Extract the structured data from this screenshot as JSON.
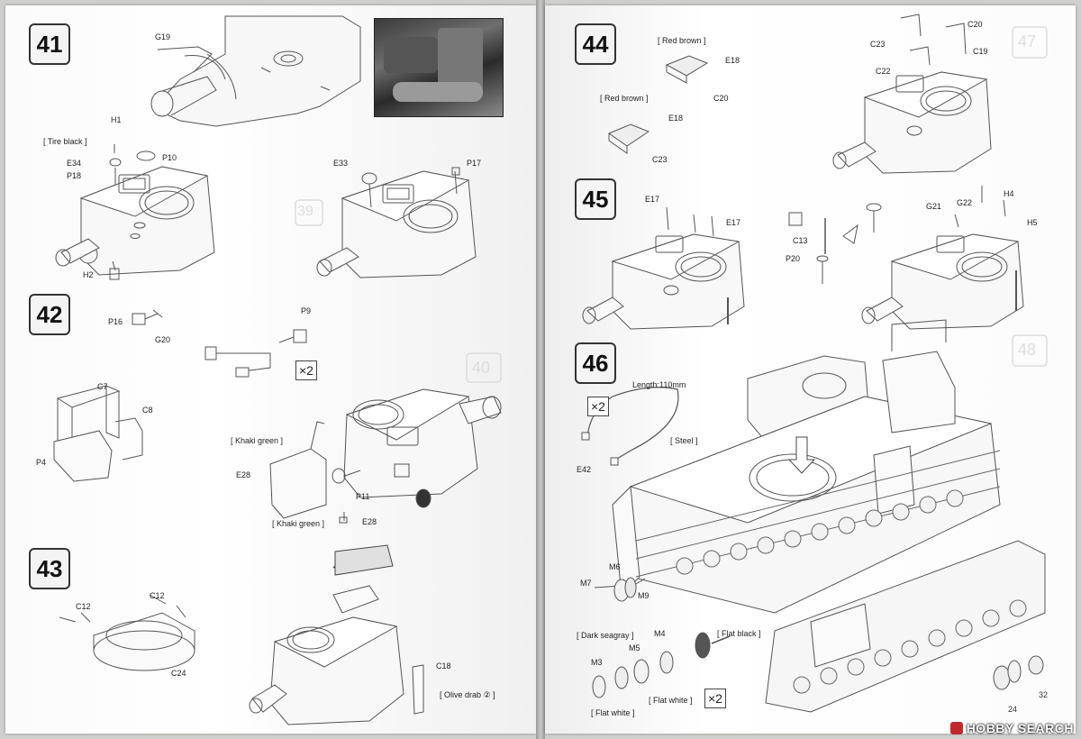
{
  "steps": {
    "s41": "41",
    "s42": "42",
    "s43": "43",
    "s44": "44",
    "s45": "45",
    "s46": "46"
  },
  "labels": {
    "g19": "G19",
    "h1": "H1",
    "tire_black": "[ Tire black ]",
    "e34": "E34",
    "p18": "P18",
    "p10": "P10",
    "h2": "H2",
    "e33": "E33",
    "p17": "P17",
    "p16": "P16",
    "g20": "G20",
    "p9": "P9",
    "c7": "C7",
    "c8": "C8",
    "p4": "P4",
    "khaki_green_1": "[ Khaki green ]",
    "e28_1": "E28",
    "p11": "P11",
    "khaki_green_2": "[ Khaki green ]",
    "e28_2": "E28",
    "c12_a": "C12",
    "c12_b": "C12",
    "c24": "C24",
    "c18": "C18",
    "olive_drab": "[ Olive drab ② ]",
    "red_brown_1": "[ Red brown ]",
    "e18_1": "E18",
    "c20_1": "C20",
    "red_brown_2": "[ Red brown ]",
    "e18_2": "E18",
    "c23_1": "C23",
    "c20_2": "C20",
    "c23_2": "C23",
    "c19": "C19",
    "c22": "C22",
    "e17_a": "E17",
    "e17_b": "E17",
    "c13": "C13",
    "p20": "P20",
    "g21": "G21",
    "g22": "G22",
    "h4": "H4",
    "h5": "H5",
    "length": "Length:110mm",
    "steel": "[ Steel ]",
    "e42": "E42",
    "m6": "M6",
    "m7": "M7",
    "m9": "M9",
    "dark_seagray": "[ Dark seagray ]",
    "m4": "M4",
    "m5": "M5",
    "m3": "M3",
    "flat_black": "[ Flat black ]",
    "flat_white_1": "[ Flat white ]",
    "flat_white_2": "[ Flat white ]",
    "pn24": "24",
    "pn32": "32",
    "ghost40": "40",
    "ghost47": "47",
    "ghost48": "48",
    "ghost39": "39"
  },
  "multipliers": {
    "x2_step42": "×2",
    "x2_step46a": "×2",
    "x2_step46b": "×2"
  },
  "watermark": "HOBBY SEARCH"
}
